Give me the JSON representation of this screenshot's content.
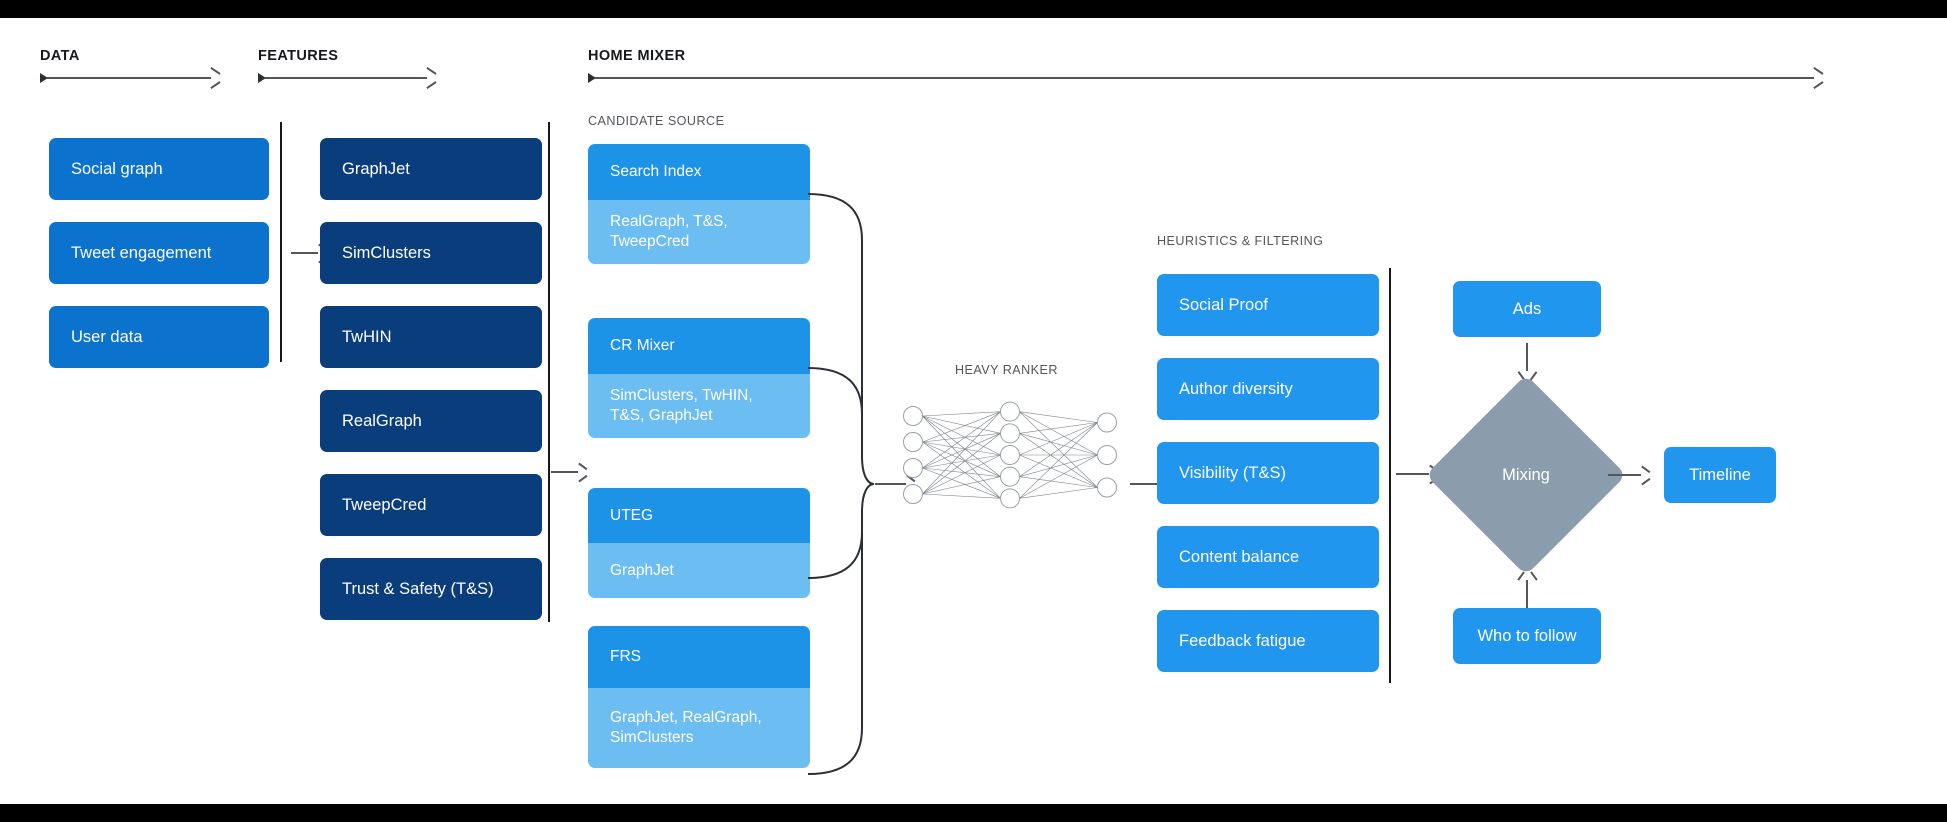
{
  "colors": {
    "data_blue": "#0b72ce",
    "feature_navy": "#0a3d7c",
    "source_head_blue": "#1d93e8",
    "source_body_blue": "#6cbdf2",
    "heuristic_blue": "#2196ef",
    "mixing_gray": "#8b9dad",
    "line_gray": "#53565b",
    "divider_black": "#16181c",
    "canvas": "#ffffff"
  },
  "sections": {
    "data": {
      "title": "DATA"
    },
    "features": {
      "title": "FEATURES"
    },
    "home_mixer": {
      "title": "HOME MIXER"
    },
    "candidate_source": {
      "title": "CANDIDATE SOURCE"
    },
    "heavy_ranker": {
      "title": "HEAVY RANKER"
    },
    "heuristics": {
      "title": "HEURISTICS & FILTERING"
    }
  },
  "data_boxes": [
    {
      "label": "Social graph"
    },
    {
      "label": "Tweet engagement"
    },
    {
      "label": "User data"
    }
  ],
  "feature_boxes": [
    {
      "label": "GraphJet"
    },
    {
      "label": "SimClusters"
    },
    {
      "label": "TwHIN"
    },
    {
      "label": "RealGraph"
    },
    {
      "label": "TweepCred"
    },
    {
      "label": "Trust & Safety (T&S)"
    }
  ],
  "candidate_sources": [
    {
      "name": "Search Index",
      "features": "RealGraph, T&S, TweepCred"
    },
    {
      "name": "CR Mixer",
      "features": "SimClusters, TwHIN, T&S, GraphJet"
    },
    {
      "name": "UTEG",
      "features": "GraphJet"
    },
    {
      "name": "FRS",
      "features": "GraphJet, RealGraph, SimClusters"
    }
  ],
  "heuristic_boxes": [
    {
      "label": "Social Proof"
    },
    {
      "label": "Author diversity"
    },
    {
      "label": "Visibility (T&S)"
    },
    {
      "label": "Content balance"
    },
    {
      "label": "Feedback fatigue"
    }
  ],
  "mixing": {
    "ads_label": "Ads",
    "node_label": "Mixing",
    "who_to_follow_label": "Who to follow",
    "timeline_label": "Timeline"
  },
  "neural_net": {
    "input_nodes": 4,
    "hidden_nodes": 5,
    "output_nodes": 3
  }
}
